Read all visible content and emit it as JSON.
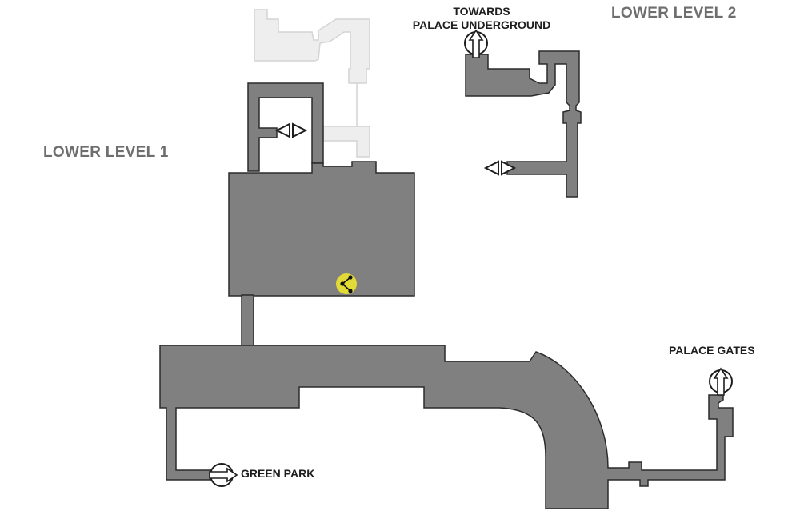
{
  "levels": {
    "lower_level_1": "LOWER LEVEL 1",
    "lower_level_2": "LOWER LEVEL 2"
  },
  "exits": {
    "towards_palace_underground": [
      "TOWARDS",
      "PALACE UNDERGROUND"
    ],
    "palace_gates": "PALACE GATES",
    "green_park": "GREEN PARK"
  },
  "colors": {
    "floor": "#808080",
    "floor_outline": "#2b2b2b",
    "faded_area": "#eeeeee",
    "level_label": "#6e6e6e",
    "marker_highlight": "#f2ea2a"
  },
  "icons": {
    "exit_up": "circled-up-arrow",
    "exit_right": "circled-right-arrow",
    "stairs_left_right": "left-right-triangles",
    "current_location": "share-node-marker"
  }
}
